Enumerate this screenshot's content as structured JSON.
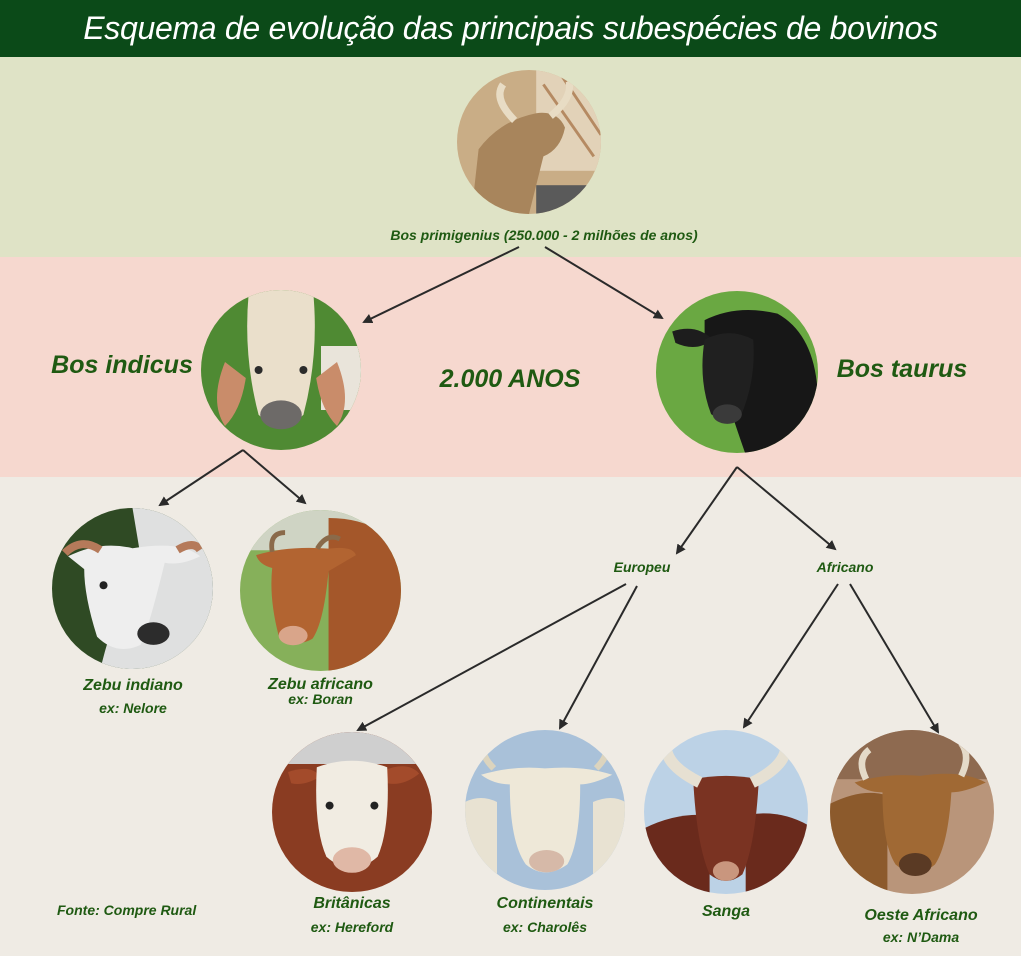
{
  "title": "Esquema de evolução das principais subespécies de bovinos",
  "colors": {
    "header_bg": "#0b4a18",
    "band_ancestor": "#dfe3c6",
    "band_species": "#f6d8cf",
    "band_breeds": "#efebe4",
    "text": "#1f5a12",
    "arrow": "#2a2a2a"
  },
  "ancestor": {
    "label": "Bos primigenius (250.000 - 2 milhões de anos)"
  },
  "species": {
    "indicus": {
      "label": "Bos indicus"
    },
    "taurus": {
      "label": "Bos taurus"
    },
    "divergence": "2.000 ANOS"
  },
  "groups": {
    "europeu": "Europeu",
    "africano": "Africano"
  },
  "breeds": {
    "zebu_indiano": {
      "name": "Zebu indiano",
      "example": "ex: Nelore"
    },
    "zebu_africano": {
      "name": "Zebu africano",
      "example": "ex: Boran"
    },
    "britanicas": {
      "name": "Britânicas",
      "example": "ex: Hereford"
    },
    "continentais": {
      "name": "Continentais",
      "example": "ex: Charolês"
    },
    "sanga": {
      "name": "Sanga"
    },
    "oeste_africano": {
      "name": "Oeste Africano",
      "example": "ex: N’Dama"
    }
  },
  "source": "Fonte: Compre Rural"
}
